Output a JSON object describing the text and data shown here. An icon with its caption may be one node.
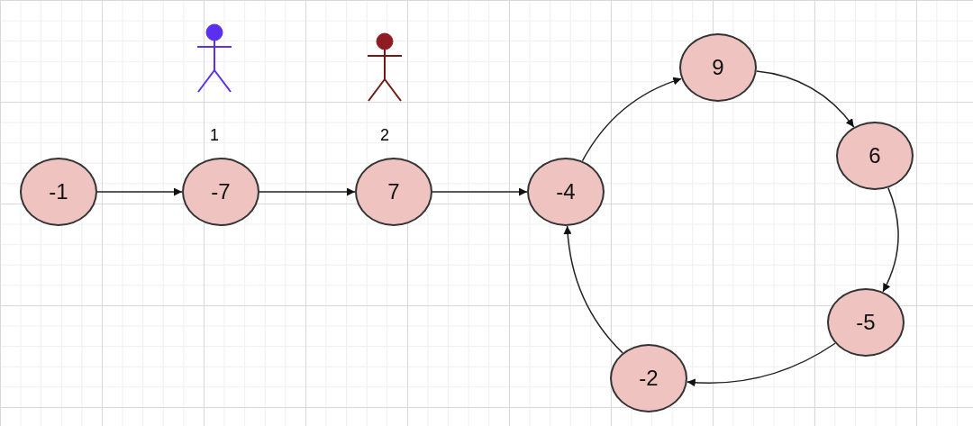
{
  "diagram": {
    "nodes": [
      {
        "text": [
          "-1"
        ]
      },
      {
        "text": [
          "-7"
        ]
      },
      {
        "text": [
          "7"
        ]
      },
      {
        "text": [
          "-4"
        ]
      },
      {
        "text": [
          "9"
        ]
      },
      {
        "text": [
          "6"
        ]
      },
      {
        "text": [
          "-5"
        ]
      },
      {
        "text": [
          "-2"
        ]
      }
    ],
    "edges": [
      {
        "from": 0,
        "to": 1,
        "arrow": "to"
      },
      {
        "from": 1,
        "to": 2,
        "arrow": "to"
      },
      {
        "from": 2,
        "to": 3,
        "arrow": "to"
      },
      {
        "from": 3,
        "to": 4,
        "arrow": "to"
      },
      {
        "from": 4,
        "to": 5,
        "arrow": "to"
      },
      {
        "from": 5,
        "to": 6,
        "arrow": "to"
      },
      {
        "from": 6,
        "to": 7,
        "arrow": "to"
      },
      {
        "from": 7,
        "to": 3,
        "arrow": "to"
      }
    ],
    "labels": [
      "1",
      "2"
    ]
  }
}
